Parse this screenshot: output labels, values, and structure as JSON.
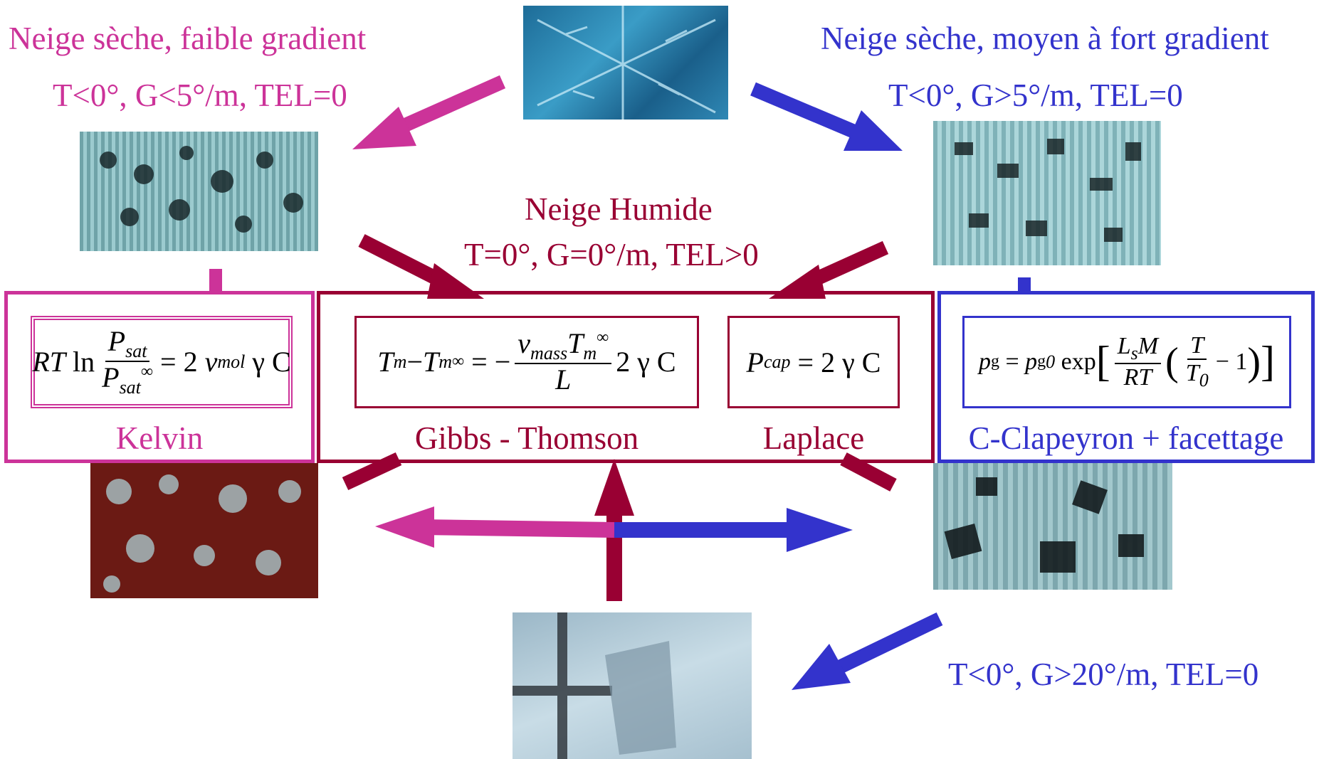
{
  "regimes": {
    "dry_low": {
      "title": "Neige sèche, faible gradient",
      "conditions": "T<0°, G<5°/m, TEL=0",
      "color": "#cc3399"
    },
    "dry_high": {
      "title": "Neige sèche, moyen à fort gradient",
      "conditions": "T<0°, G>5°/m, TEL=0",
      "color": "#3333cc"
    },
    "wet": {
      "title": "Neige Humide",
      "conditions": "T=0°, G=0°/m, TEL>0",
      "color": "#990033"
    },
    "very_high": {
      "conditions": "T<0°, G>20°/m, TEL=0",
      "color": "#3333cc"
    }
  },
  "laws": {
    "kelvin": {
      "name": "Kelvin",
      "equation": {
        "lhs": "RT",
        "ln": "ln",
        "num": "P",
        "num_sub": "sat",
        "den": "P",
        "den_sup": "∞",
        "den_sub": "sat",
        "rhs": "= 2",
        "v": "v",
        "v_sub": "mol",
        "tail": "γ C"
      }
    },
    "gibbs": {
      "name": "Gibbs - Thomson",
      "equation": {
        "a": "T",
        "a_sub": "m",
        "minus": "−",
        "b": "T",
        "b_sup": "∞",
        "b_sub": "m",
        "eq": "= −",
        "num_v": "v",
        "num_v_sub": "mass",
        "num_t": "T",
        "num_t_sup": "∞",
        "num_t_sub": "m",
        "den": "L",
        "tail": "2 γ C"
      }
    },
    "laplace": {
      "name": "Laplace",
      "equation": {
        "p": "P",
        "p_sub": "cap",
        "rhs": "= 2 γ C"
      }
    },
    "clapeyron": {
      "name": "C-Clapeyron + facettage",
      "equation": {
        "p": "p",
        "p_sup": "g",
        "eq": "=",
        "p0": "p",
        "p0_sup": "g",
        "p0_sub": "0",
        "exp": "exp",
        "num1": "L",
        "num1_sub": "s",
        "num1_b": "M",
        "den1": "RT",
        "num2": "T",
        "den2": "T",
        "den2_sub": "0",
        "minus_one": "− 1"
      }
    }
  },
  "colors": {
    "pink": "#cc3399",
    "blue": "#3333cc",
    "maroon": "#990033"
  }
}
